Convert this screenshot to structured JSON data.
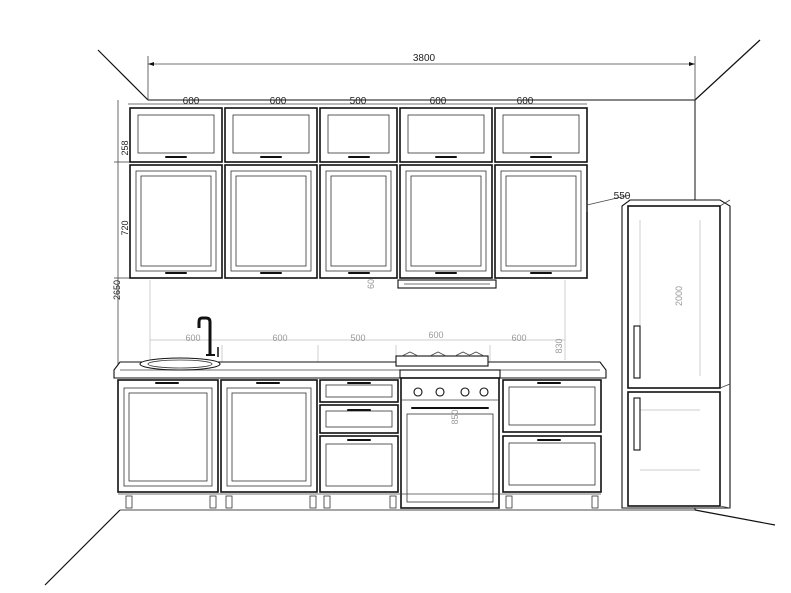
{
  "dimensions": {
    "total_width": "3800",
    "upper_widths": [
      "600",
      "600",
      "500",
      "600",
      "600"
    ],
    "upper_top_height": "258",
    "upper_door_height": "720",
    "overall_height": "2650",
    "counter_widths": [
      "600",
      "600",
      "500",
      "600",
      "600"
    ],
    "fridge_depth": "550",
    "fridge_height": "2000",
    "oven_height": "850",
    "base_height": "830",
    "hood_label": "60"
  }
}
